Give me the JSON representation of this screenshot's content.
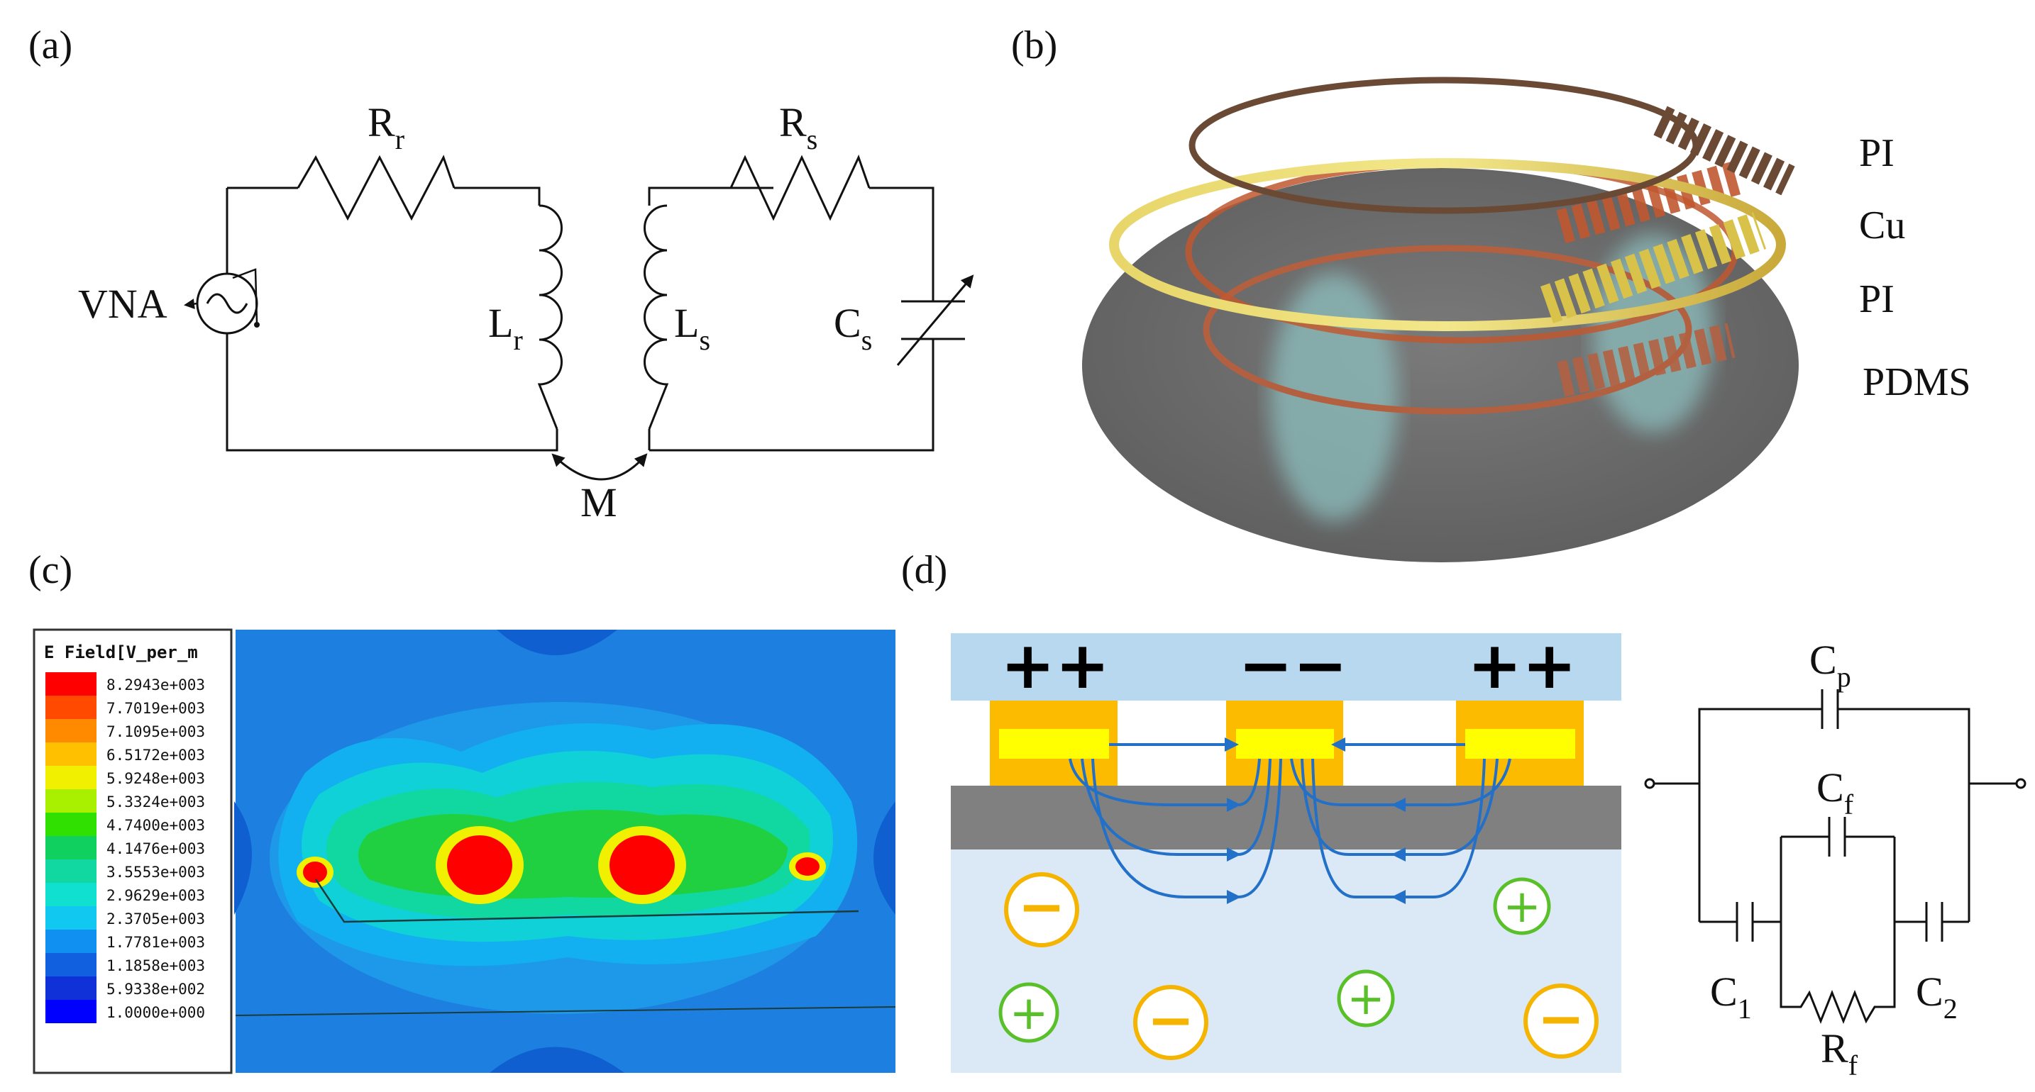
{
  "panel_a": {
    "panel_label": "(a)",
    "source_label": "VNA",
    "rr_main": "R",
    "rr_sub": "r",
    "rs_main": "R",
    "rs_sub": "s",
    "lr_main": "L",
    "lr_sub": "r",
    "ls_main": "L",
    "ls_sub": "s",
    "cs_main": "C",
    "cs_sub": "s",
    "mutual_label": "M"
  },
  "panel_b": {
    "panel_label": "(b)",
    "layer_labels": [
      "PI",
      "Cu",
      "PI",
      "PDMS"
    ],
    "colors": {
      "tissue": "#6e6e6e",
      "pi": "#6b4a35",
      "cu": "#d8c24a",
      "pi_lower": "#c0582f",
      "pdms": "#b36041"
    }
  },
  "panel_c": {
    "panel_label": "(c)",
    "legend_title": "E Field[V_per_m",
    "legend_values": [
      "8.2943e+003",
      "7.7019e+003",
      "7.1095e+003",
      "6.5172e+003",
      "5.9248e+003",
      "5.3324e+003",
      "4.7400e+003",
      "4.1476e+003",
      "3.5553e+003",
      "2.9629e+003",
      "2.3705e+003",
      "1.7781e+003",
      "1.1858e+003",
      "5.9338e+002",
      "1.0000e+000"
    ],
    "legend_colors": [
      "#ff0000",
      "#ff4a00",
      "#ff8a00",
      "#ffc000",
      "#f0f000",
      "#a8f000",
      "#30e000",
      "#10d060",
      "#10d8a0",
      "#10e0d0",
      "#10c8f0",
      "#1090f0",
      "#1060e0",
      "#1030d8",
      "#0000ff"
    ]
  },
  "panel_d": {
    "panel_label": "(d)",
    "electrode_charges": [
      "++",
      "−−",
      "++"
    ],
    "ion_signs": [
      "−",
      "+",
      "+",
      "−",
      "+",
      "−"
    ],
    "cp_main": "C",
    "cp_sub": "p",
    "cf_main": "C",
    "cf_sub": "f",
    "c1_main": "C",
    "c1_sub": "1",
    "c2_main": "C",
    "c2_sub": "2",
    "rf_main": "R",
    "rf_sub": "f",
    "colors": {
      "top_layer": "#b8d8ef",
      "electrode": "#fdbb00",
      "electrode_core": "#ffff00",
      "substrate": "#808080",
      "medium": "#dbe8f5",
      "field_line": "#2270c8",
      "neg_ion": "#f5b400",
      "pos_ion": "#5ac02a"
    }
  }
}
